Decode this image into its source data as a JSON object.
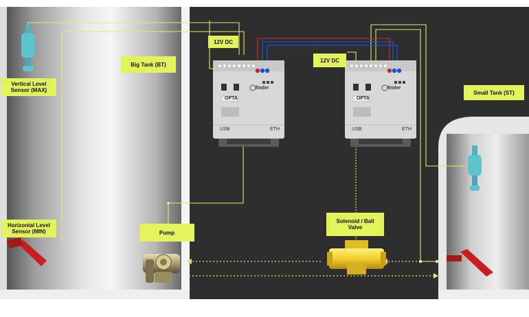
{
  "labels": {
    "vertical_sensor": "Vertical Level\nSensor (MAX)",
    "big_tank": "Big Tank (BT)",
    "power_left": "12V DC",
    "power_right": "12V DC",
    "small_tank": "Small Tank (ST)",
    "horizontal_sensor": "Horizontal Level\nSensor (MIN)",
    "pump": "Pump",
    "valve": "Solenoid / Ball\nValve"
  },
  "devices": {
    "left": {
      "model": "OPTA",
      "brand": "finder",
      "port_usb": "USB",
      "port_eth": "ETH"
    },
    "right": {
      "model": "OPTA",
      "brand": "finder",
      "port_usb": "USB",
      "port_eth": "ETH"
    }
  },
  "colors": {
    "background": "#2e2e2e",
    "label_bg": "#e2f25a",
    "wire_signal": "#e6e86c",
    "wire_red": "#c62828",
    "wire_blue": "#1e4fd6",
    "sensor": "#5fc2cf",
    "sensor_red": "#c81e1e",
    "valve": "#f2cf2a"
  }
}
